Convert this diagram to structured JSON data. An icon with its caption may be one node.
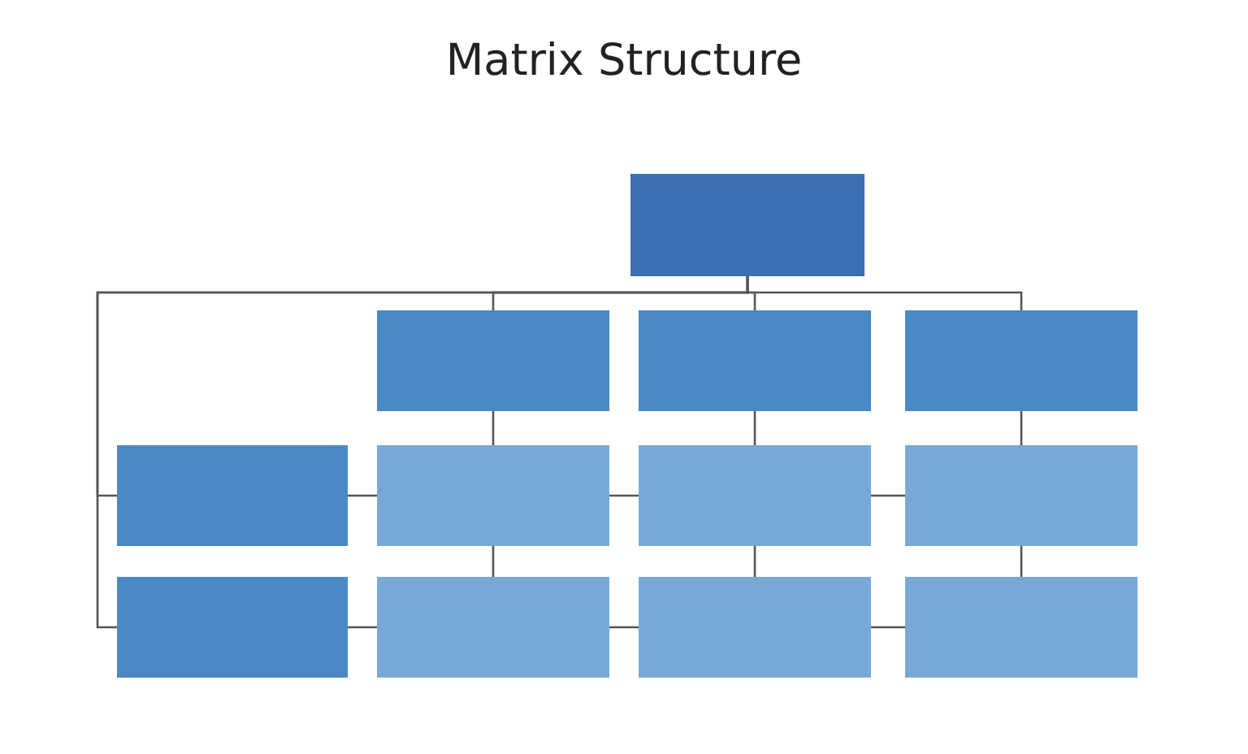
{
  "diagram": {
    "title": "Matrix Structure",
    "nodes": [
      {
        "text": [],
        "shape": "box"
      },
      {
        "text": [],
        "shape": "box"
      },
      {
        "text": [],
        "shape": "box"
      },
      {
        "text": [],
        "shape": "box"
      },
      {
        "text": [],
        "shape": "box"
      },
      {
        "text": [],
        "shape": "box"
      },
      {
        "text": [],
        "shape": "box"
      },
      {
        "text": [],
        "shape": "box"
      },
      {
        "text": [],
        "shape": "box"
      },
      {
        "text": [],
        "shape": "box"
      },
      {
        "text": [],
        "shape": "box"
      },
      {
        "text": [],
        "shape": "box"
      }
    ],
    "edges": [
      {
        "from": 0,
        "to": 1,
        "arrow": "none"
      },
      {
        "from": 0,
        "to": 2,
        "arrow": "none"
      },
      {
        "from": 0,
        "to": 3,
        "arrow": "none"
      },
      {
        "from": 0,
        "to": 4,
        "arrow": "none"
      },
      {
        "from": 0,
        "to": 8,
        "arrow": "none"
      },
      {
        "from": 1,
        "to": 5,
        "arrow": "none"
      },
      {
        "from": 5,
        "to": 9,
        "arrow": "none"
      },
      {
        "from": 2,
        "to": 6,
        "arrow": "none"
      },
      {
        "from": 6,
        "to": 10,
        "arrow": "none"
      },
      {
        "from": 3,
        "to": 7,
        "arrow": "none"
      },
      {
        "from": 7,
        "to": 11,
        "arrow": "none"
      },
      {
        "from": 4,
        "to": 5,
        "arrow": "none"
      },
      {
        "from": 5,
        "to": 6,
        "arrow": "none"
      },
      {
        "from": 6,
        "to": 7,
        "arrow": "none"
      },
      {
        "from": 8,
        "to": 9,
        "arrow": "none"
      },
      {
        "from": 9,
        "to": 10,
        "arrow": "none"
      },
      {
        "from": 10,
        "to": 11,
        "arrow": "none"
      }
    ]
  }
}
